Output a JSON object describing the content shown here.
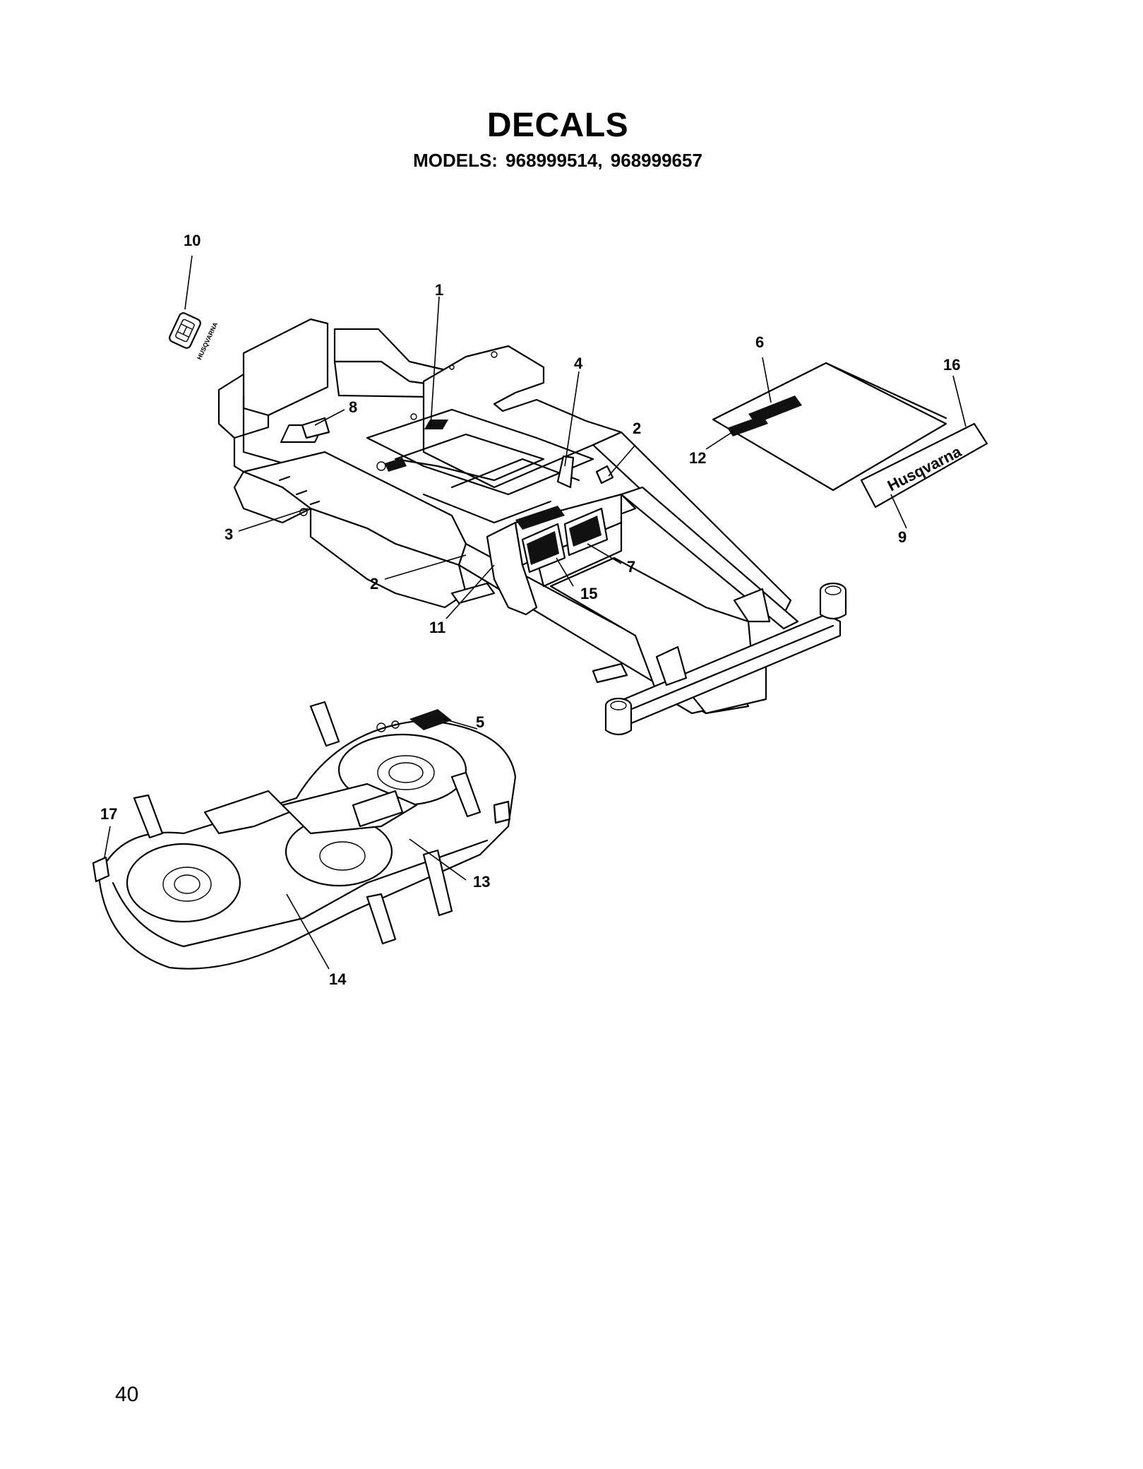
{
  "page": {
    "title": "DECALS",
    "subtitle": "MODELS: 968999514,   968999657",
    "page_number": "40"
  },
  "brand": {
    "logo_text": "Husqvarna",
    "small_logo_text": "HUSQVARNA"
  },
  "callouts": [
    "1",
    "2",
    "2",
    "3",
    "4",
    "5",
    "6",
    "7",
    "8",
    "9",
    "10",
    "11",
    "12",
    "13",
    "14",
    "15",
    "16",
    "17"
  ]
}
